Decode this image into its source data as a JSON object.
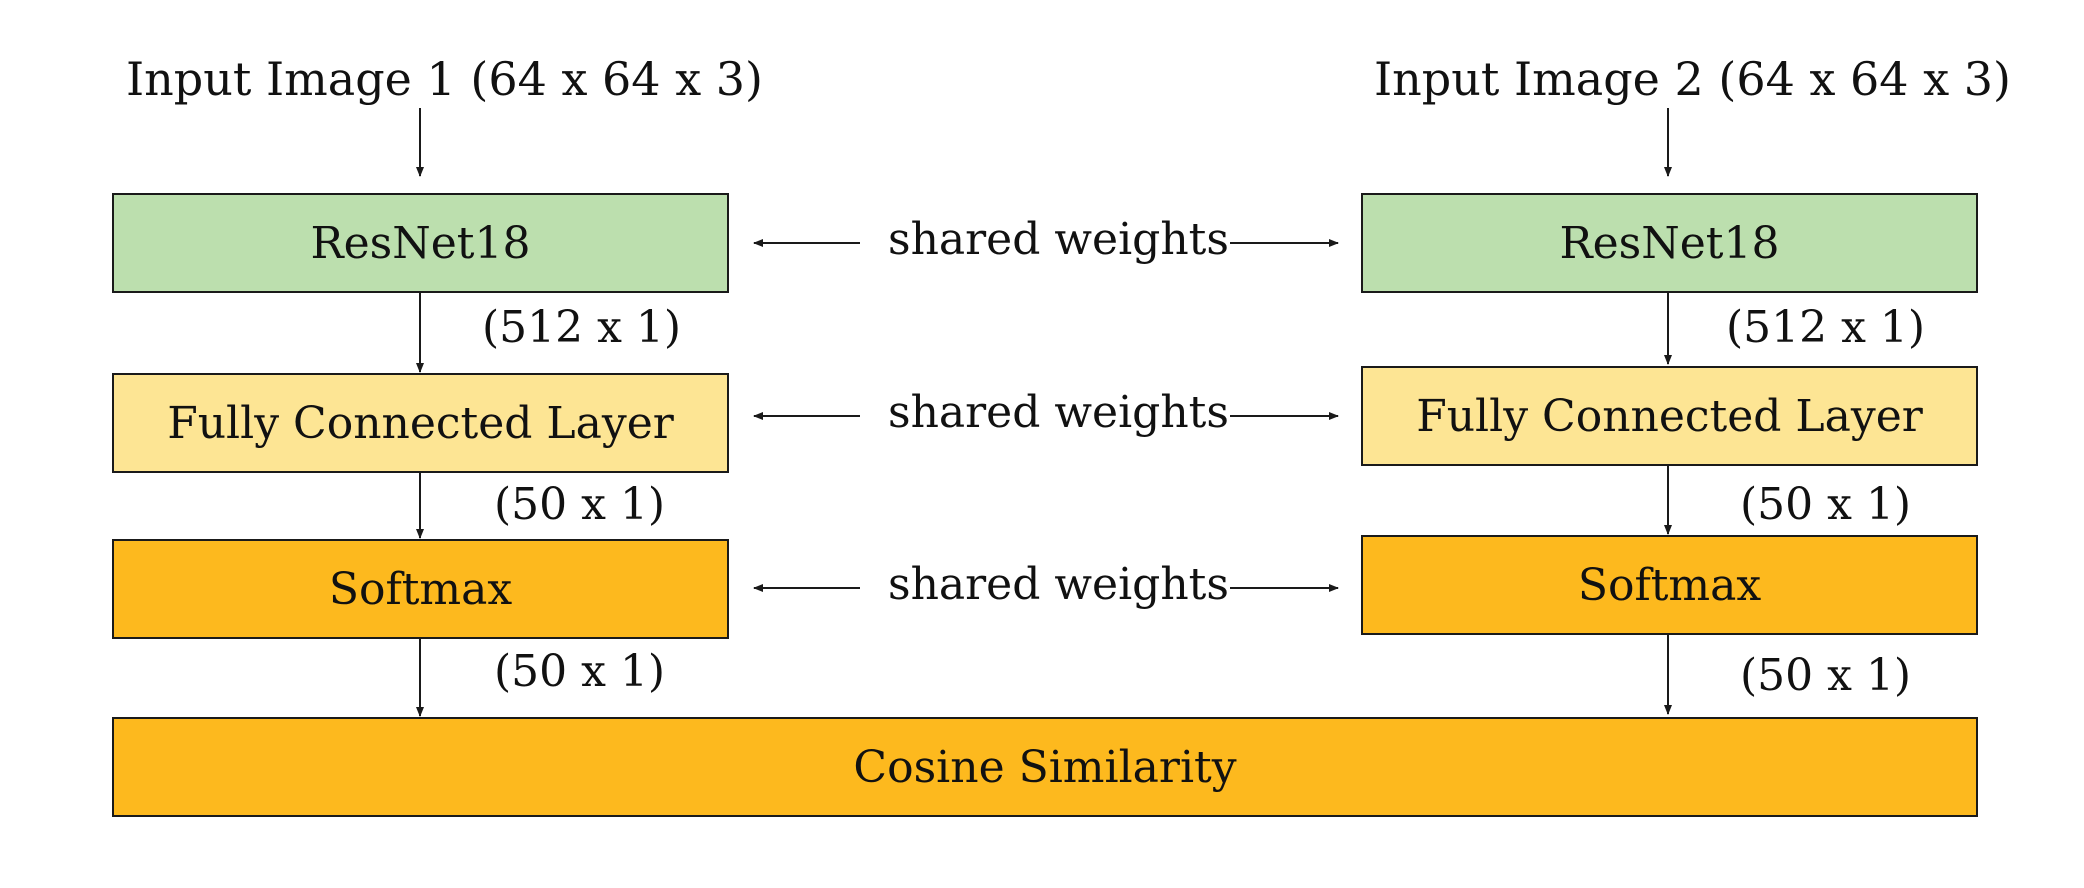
{
  "colors": {
    "resnet": "#bcdfae",
    "fc": "#fde594",
    "softmax": "#fdb91e",
    "cosine": "#fdb91e",
    "line": "#1a1a1a"
  },
  "left": {
    "input_label": "Input Image 1 (64 x 64 x 3)",
    "resnet_label": "ResNet18",
    "resnet_out_dim": "(512 x 1)",
    "fc_label": "Fully Connected Layer",
    "fc_out_dim": "(50 x 1)",
    "softmax_label": "Softmax",
    "softmax_out_dim": "(50 x 1)"
  },
  "right": {
    "input_label": "Input Image 2 (64 x 64 x 3)",
    "resnet_label": "ResNet18",
    "resnet_out_dim": "(512 x 1)",
    "fc_label": "Fully Connected Layer",
    "fc_out_dim": "(50 x 1)",
    "softmax_label": "Softmax",
    "softmax_out_dim": "(50 x 1)"
  },
  "shared": {
    "resnet": "shared weights",
    "fc": "shared weights",
    "softmax": "shared weights"
  },
  "cosine_label": "Cosine Similarity"
}
